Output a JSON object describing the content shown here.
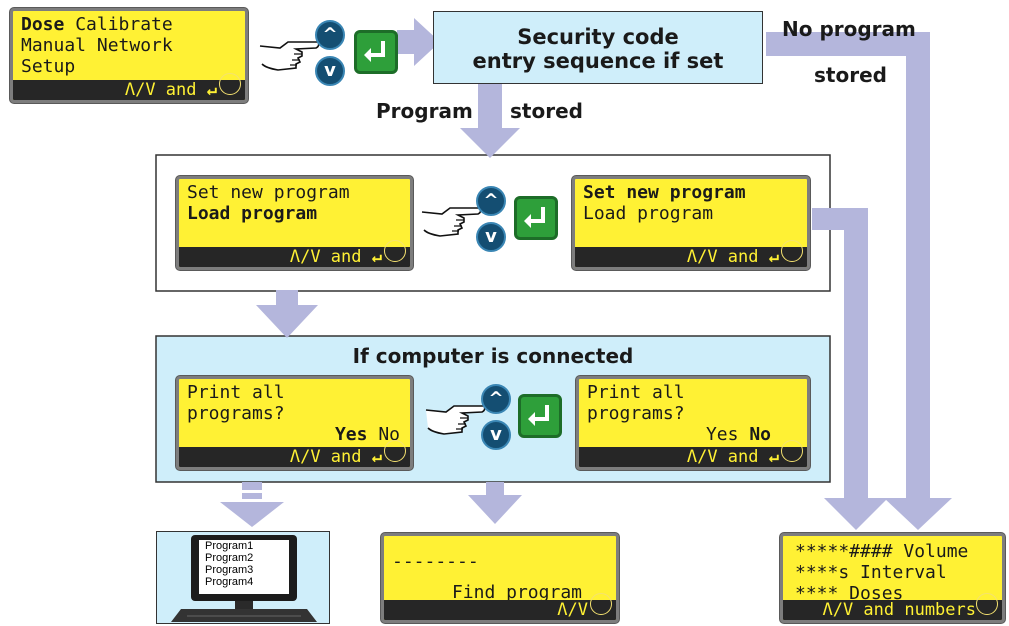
{
  "menu_screen": {
    "line1_bold": "Dose",
    "line1_rest": " Calibrate",
    "line2": "Manual Network",
    "line3": "Setup",
    "bar": "Λ/V and "
  },
  "security_box": {
    "line1": "Security code",
    "line2": "entry sequence if set"
  },
  "labels": {
    "no_program": "No program",
    "stored_right": "stored",
    "program": "Program",
    "stored_mid": "stored",
    "computer_connected": "If computer is connected"
  },
  "load_screen": {
    "line1": "Set new program",
    "line2_bold": "Load program",
    "bar": "Λ/V and "
  },
  "set_screen": {
    "line1_bold": "Set new program",
    "line2": "Load program",
    "bar": "Λ/V and "
  },
  "print_yes_screen": {
    "line1": "Print all",
    "line2": "programs?",
    "yes": "Yes",
    "no": " No",
    "bar": "Λ/V and "
  },
  "print_no_screen": {
    "line1": "Print all",
    "line2": "programs?",
    "yes": "Yes ",
    "no": "No",
    "bar": "Λ/V and "
  },
  "computer": {
    "programs": [
      "Program1",
      "Program2",
      "Program3",
      "Program4"
    ]
  },
  "find_screen": {
    "line1": "--------",
    "line2": "Find program",
    "bar": "Λ/V"
  },
  "volume_screen": {
    "line1": "*****#### Volume",
    "line2": "****s Interval",
    "line3": "**** Doses",
    "bar": "Λ/V and numbers"
  },
  "icons": {
    "up_key": "up-arrow-key-icon",
    "down_key": "down-arrow-key-icon",
    "enter_key": "enter-key-icon",
    "hand": "pointing-hand-icon"
  },
  "colors": {
    "lcd": "#fff134",
    "lcd_bar": "#262626",
    "arrow": "#b4b6dc",
    "panel": "#cfeefa",
    "key_blue": "#144e72",
    "key_green": "#2e9f3a"
  }
}
